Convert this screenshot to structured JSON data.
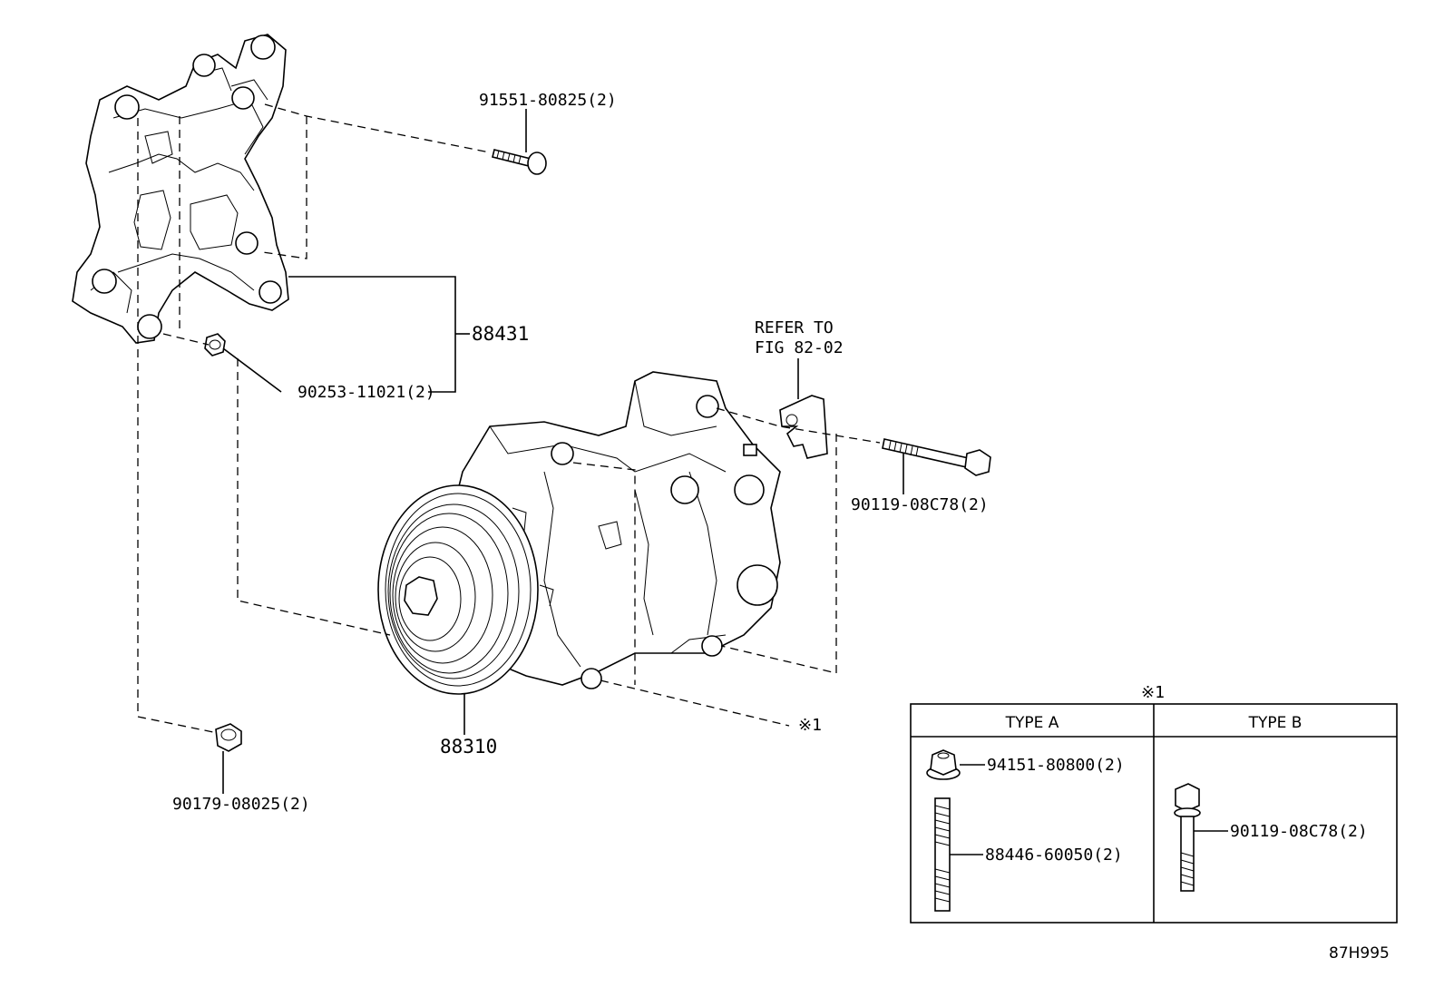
{
  "parts": {
    "p91551": "91551-80825(2)",
    "p88431": "88431",
    "p90253": "90253-11021(2)",
    "refer_line1": "REFER TO",
    "refer_line2": "FIG 82-02",
    "p90119_top": "90119-08C78(2)",
    "p88310": "88310",
    "mark_ref": "※1",
    "p90179": "90179-08025(2)"
  },
  "inset": {
    "mark": "※1",
    "type_a": "TYPE A",
    "type_b": "TYPE B",
    "p94151": "94151-80800(2)",
    "p88446": "88446-60050(2)",
    "p90119": "90119-08C78(2)"
  },
  "illustration_code": "87H995"
}
